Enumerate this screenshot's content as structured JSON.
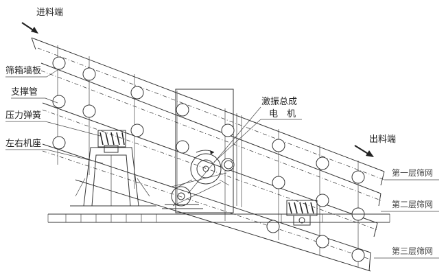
{
  "labels": {
    "feed_end": "进料端",
    "discharge_end": "出料端",
    "side_plate": "筛箱墙板",
    "support_tube": "支撑管",
    "spring": "压力弹簧",
    "base": "左右机座",
    "exciter": "激振总成",
    "motor": "电　机",
    "deck_1": "第一层筛网",
    "deck_2": "第二层筛网",
    "deck_3": "第三层筛网"
  }
}
